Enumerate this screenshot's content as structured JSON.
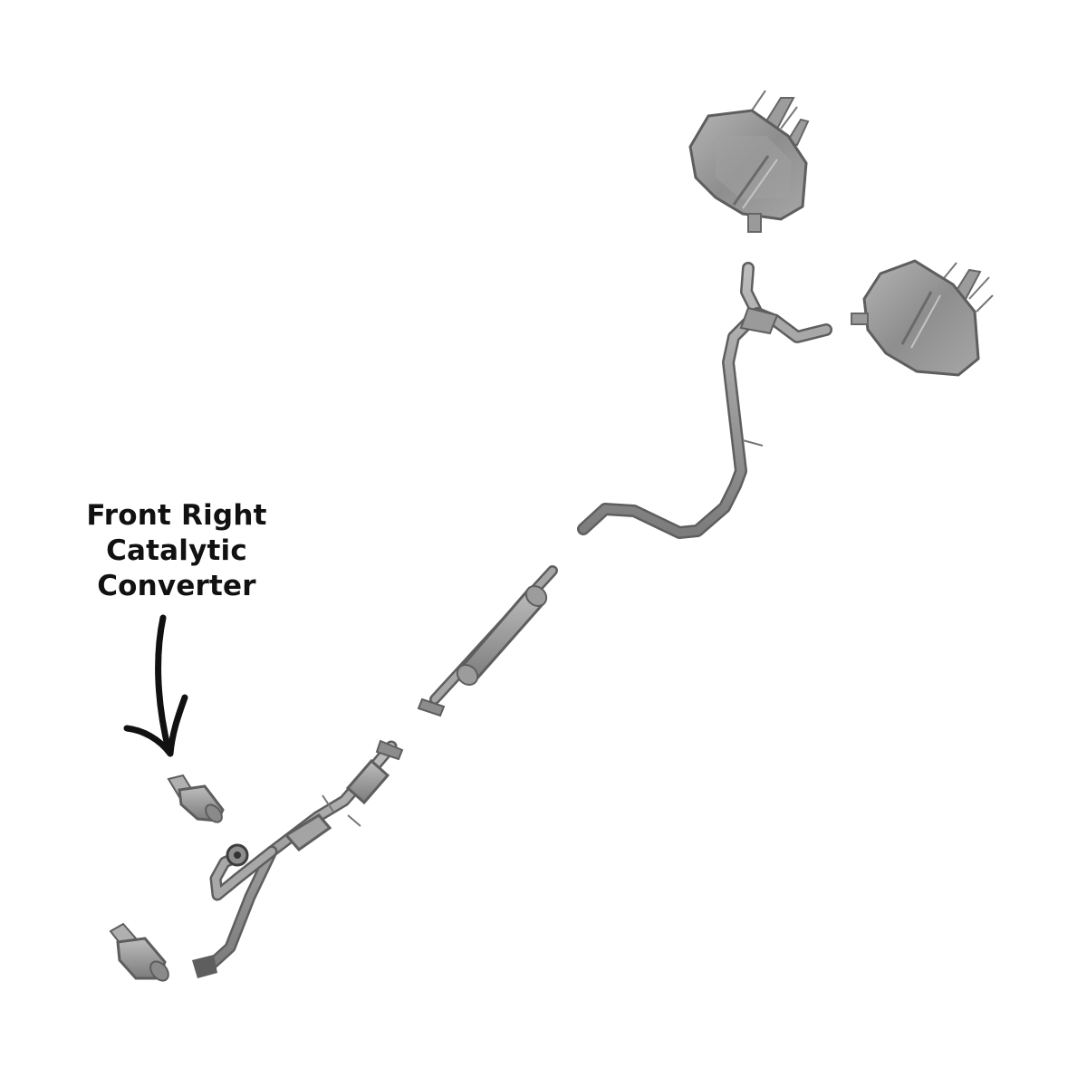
{
  "callout": {
    "lines": [
      "Front Right",
      "Catalytic",
      "Converter"
    ]
  },
  "colors": {
    "part_fill": "#9a9a9a",
    "part_light": "#b8b8b8",
    "part_dark": "#6e6e6e",
    "outline": "#5a5a5a",
    "text": "#111111",
    "background": "#ffffff"
  },
  "parts": [
    {
      "name": "muffler-upper"
    },
    {
      "name": "muffler-lower"
    },
    {
      "name": "tailpipe-y"
    },
    {
      "name": "intermediate-pipe"
    },
    {
      "name": "resonator"
    },
    {
      "name": "flex-pipe-assembly"
    },
    {
      "name": "front-right-catalytic-converter"
    },
    {
      "name": "front-left-catalytic-converter"
    }
  ]
}
